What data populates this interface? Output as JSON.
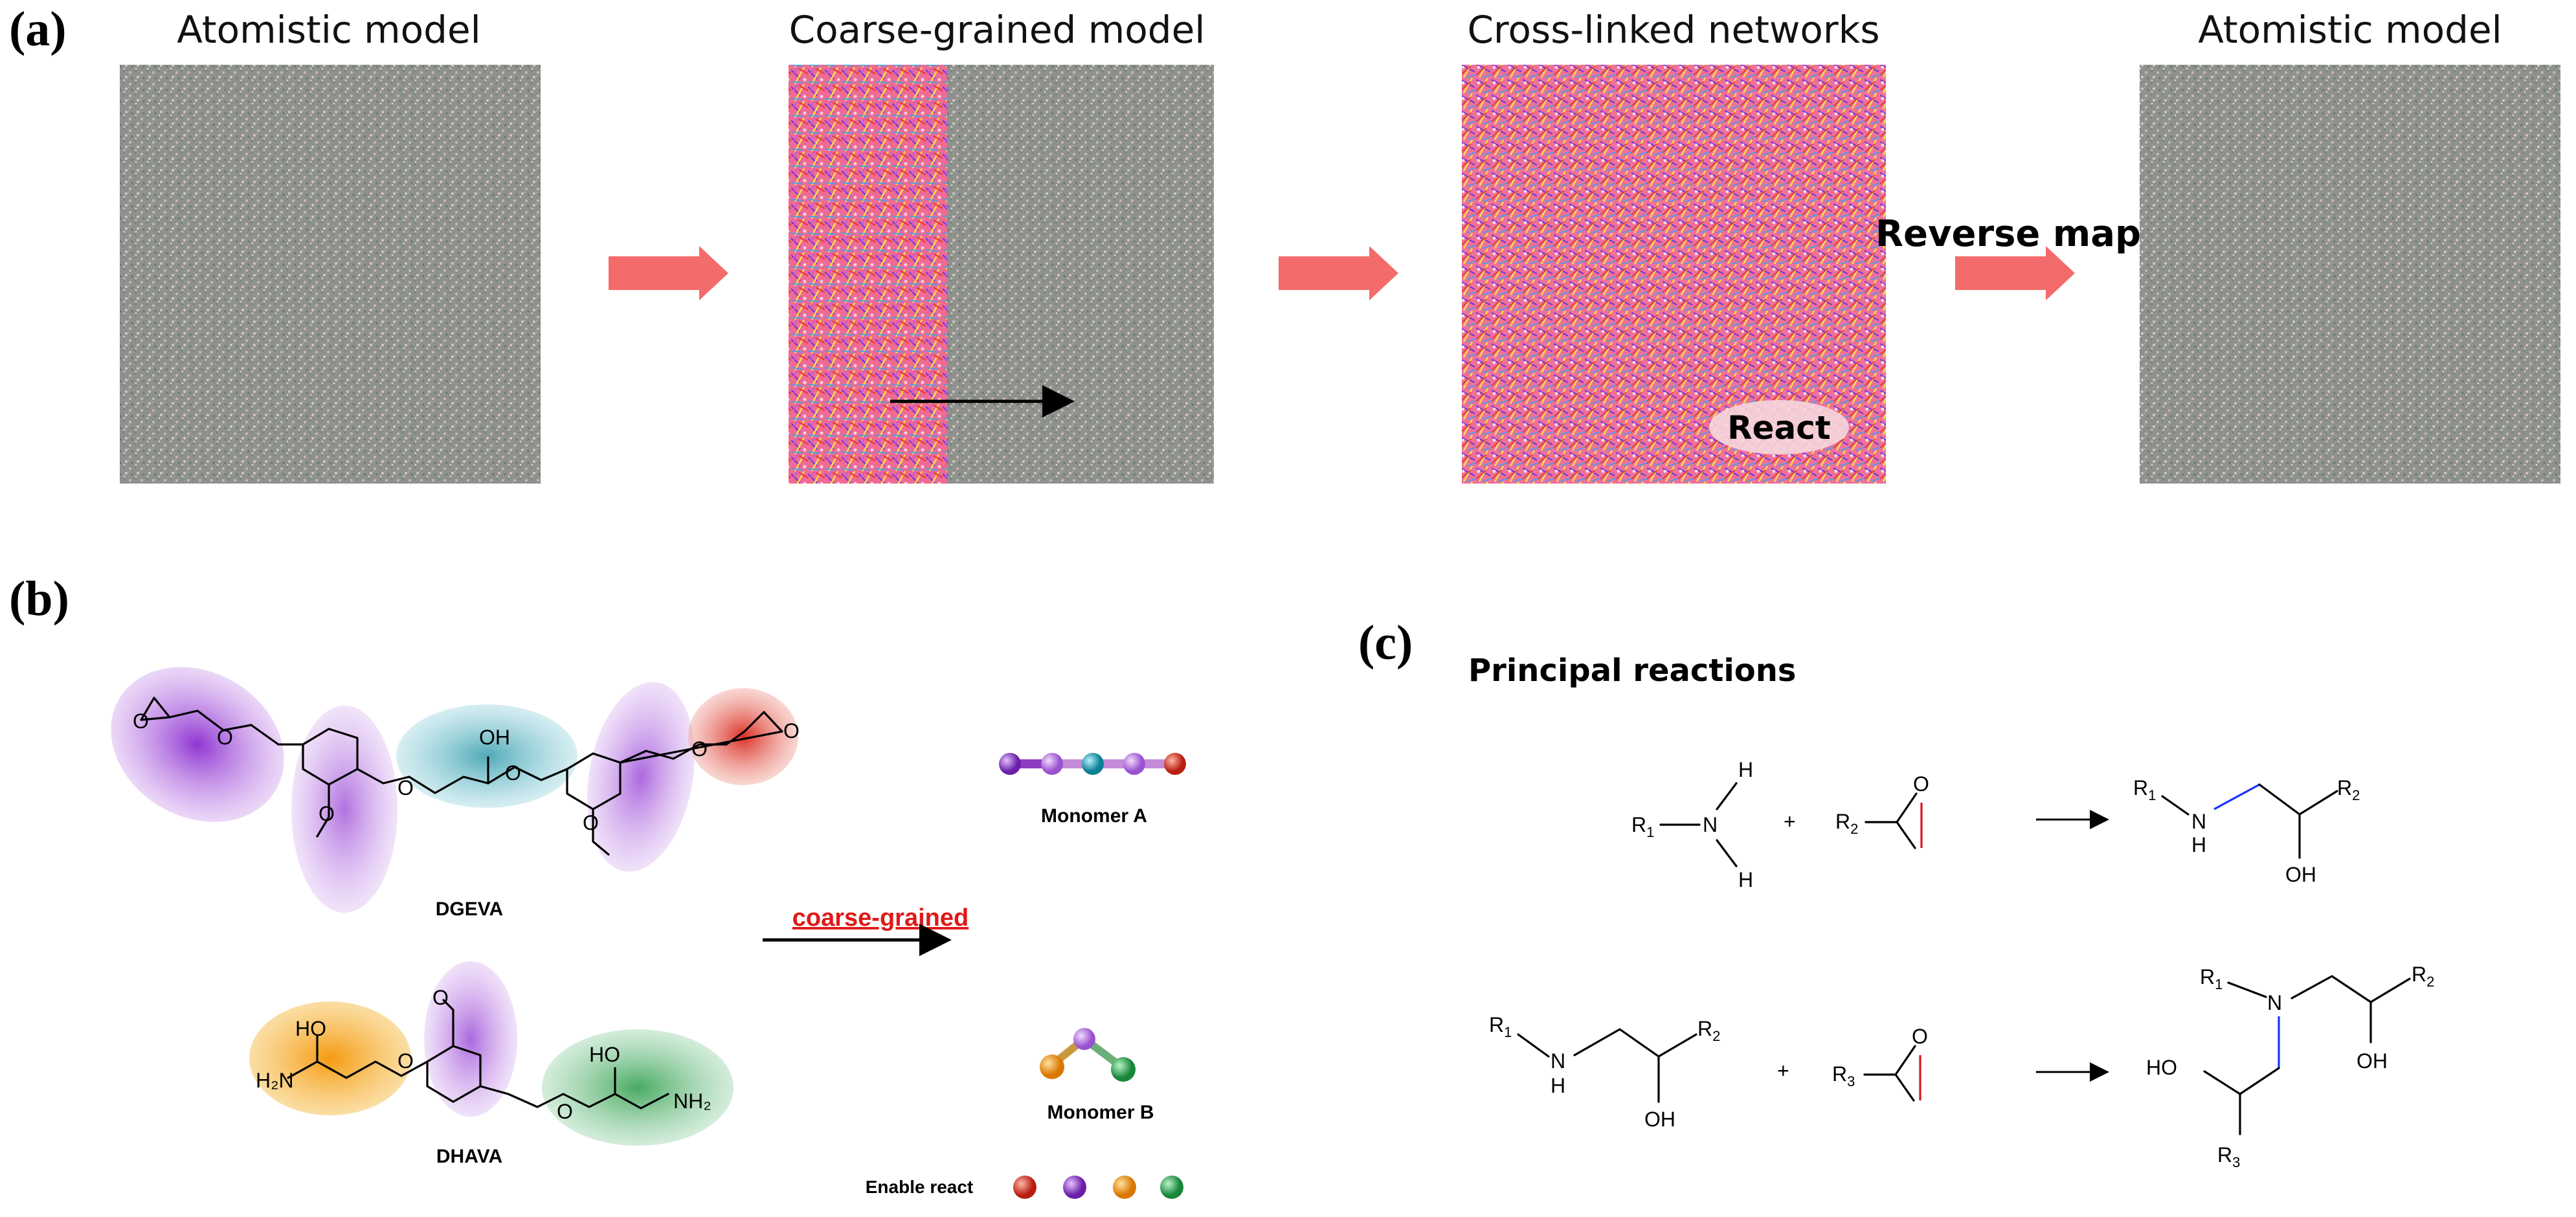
{
  "panel_labels": {
    "a": "(a)",
    "b": "(b)",
    "c": "(c)"
  },
  "panel_a": {
    "box1_title": "Atomistic model",
    "box2_title": "Coarse-grained model",
    "box3_title": "Cross-linked networks",
    "box4_title": "Atomistic model",
    "reverse_map_label": "Reverse map",
    "react_label": "React",
    "colors": {
      "arrow": "#f36b6a",
      "atomistic_base": "#8d8f8a",
      "cg_base": "#f05a8c"
    }
  },
  "panel_b": {
    "dgeva_label": "DGEVA",
    "dhava_label": "DHAVA",
    "coarse_grained_label": "coarse-grained",
    "monomer_a_label": "Monomer A",
    "monomer_b_label": "Monomer B",
    "enable_react_label": "Enable react",
    "atom_O": "O",
    "atom_OH": "OH",
    "atom_HO": "HO",
    "atom_H2N": "H₂N",
    "atom_NH2": "NH₂",
    "colors": {
      "purple": "#a84fd8",
      "teal": "#2aa6b8",
      "red": "#e0402f",
      "orange": "#f5a020",
      "green": "#3fae5e",
      "label_red": "#e01818"
    }
  },
  "panel_c": {
    "title": "Principal reactions",
    "r1": "R",
    "sub1": "1",
    "sub2": "2",
    "sub3": "3",
    "atom_N": "N",
    "atom_H": "H",
    "atom_O": "O",
    "atom_OH": "OH",
    "atom_HO": "HO",
    "plus": "+"
  }
}
